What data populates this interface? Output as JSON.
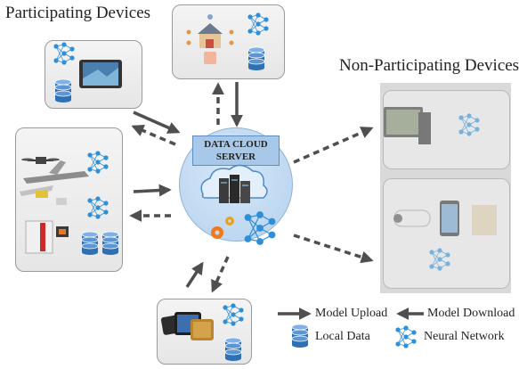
{
  "titles": {
    "participating": "Participating Devices",
    "non_participating": "Non-Participating Devices"
  },
  "server": {
    "label_line1": "DATA CLOUD",
    "label_line2": "SERVER"
  },
  "legend": {
    "model_upload": "Model Upload",
    "model_download": "Model Download",
    "local_data": "Local Data",
    "neural_network": "Neural Network"
  },
  "colors": {
    "arrow": "#4f4f4f",
    "neural_network": "#2e8fd8",
    "database": "#2f6fb5",
    "server_bg": "#c3daf2",
    "gear_orange": "#f07a1a"
  },
  "icons": {
    "participating_devices": [
      "tablet-icon",
      "smart-home-icon",
      "drone-plane-robot-icon",
      "smartphones-icon"
    ],
    "non_participating_devices": [
      "desktop-computer-icon",
      "security-camera-phone-icon"
    ],
    "server": [
      "cloud-server-icon",
      "gear-icon"
    ]
  }
}
